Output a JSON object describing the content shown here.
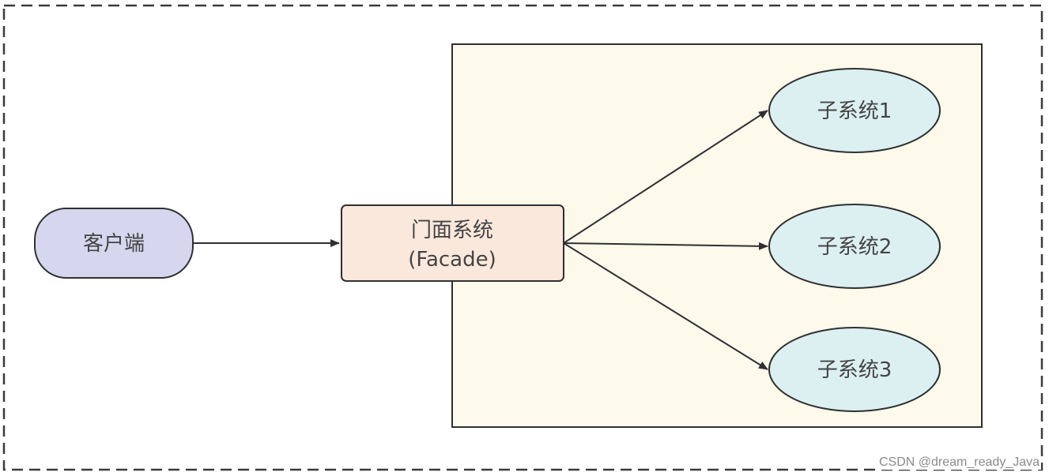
{
  "diagram": {
    "title": "Facade pattern",
    "client": {
      "label": "客户端",
      "fill": "#d6d6ee"
    },
    "facade": {
      "line1": "门面系统",
      "line2": "(Facade)",
      "fill": "#fbe8dc"
    },
    "subsystem_group": {
      "fill": "#fdf9eb"
    },
    "subsystems": [
      {
        "label": "子系统1",
        "fill": "#dcf0f2"
      },
      {
        "label": "子系统2",
        "fill": "#dcf0f2"
      },
      {
        "label": "子系统3",
        "fill": "#dcf0f2"
      }
    ],
    "edges": [
      {
        "from": "client",
        "to": "facade"
      },
      {
        "from": "facade",
        "to": "subsystem-1"
      },
      {
        "from": "facade",
        "to": "subsystem-2"
      },
      {
        "from": "facade",
        "to": "subsystem-3"
      }
    ],
    "stroke_color": "#2f3033"
  },
  "watermark": "CSDN @dream_ready_Java"
}
